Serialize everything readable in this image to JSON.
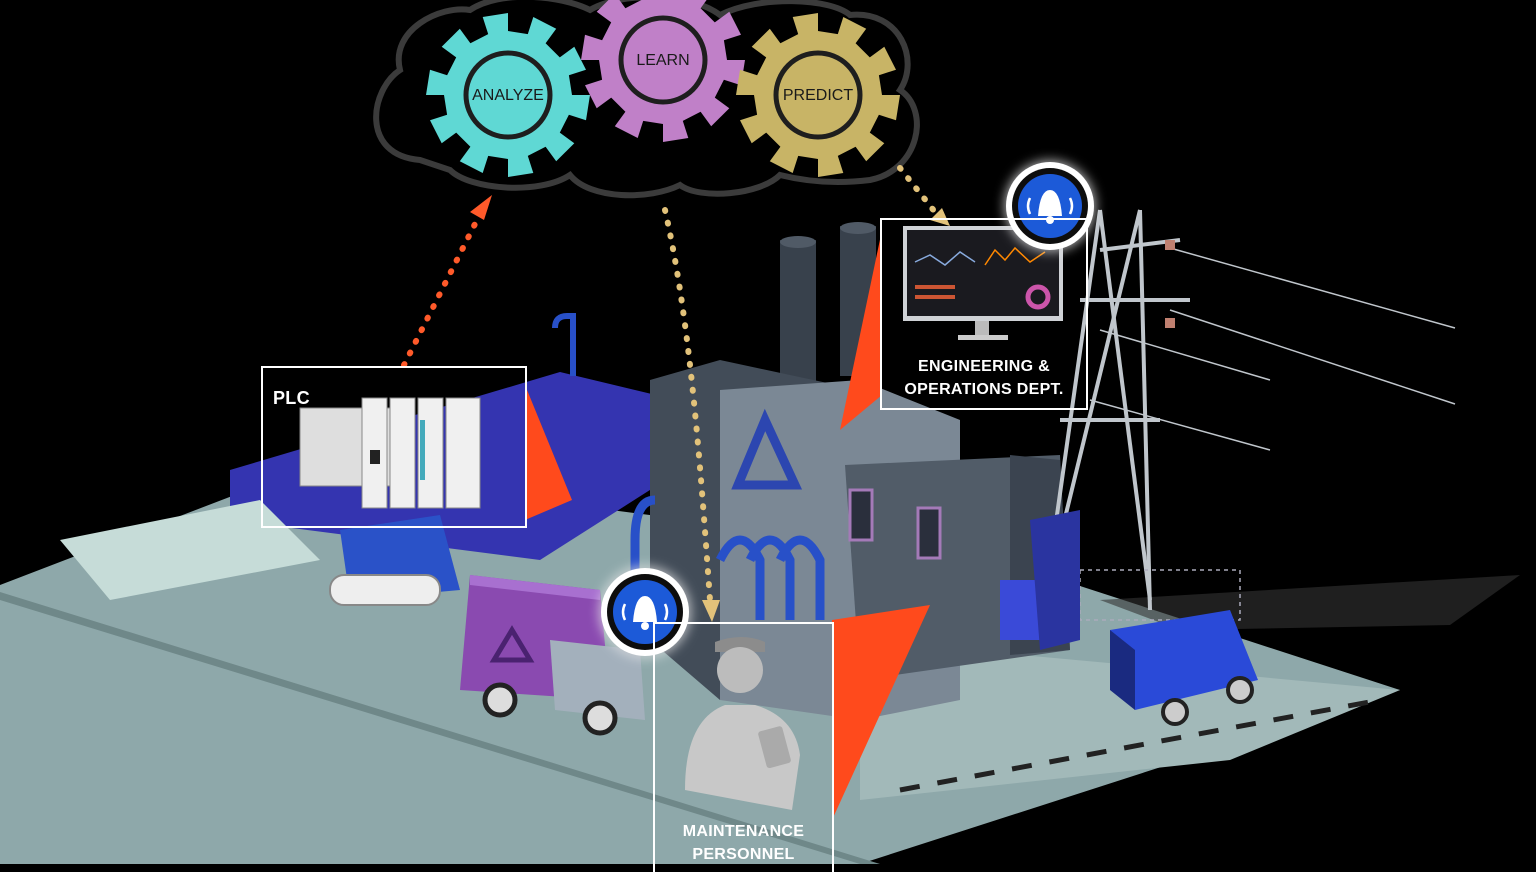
{
  "cloud": {
    "gears": [
      {
        "label": "ANALYZE",
        "color": "#5fd8d4"
      },
      {
        "label": "LEARN",
        "color": "#c080c8"
      },
      {
        "label": "PREDICT",
        "color": "#c8b466"
      }
    ]
  },
  "labels": {
    "plc": "PLC",
    "engineering_line1": "ENGINEERING &",
    "engineering_line2": "OPERATIONS DEPT.",
    "maintenance_line1": "MAINTENANCE",
    "maintenance_line2": "PERSONNEL"
  },
  "colors": {
    "accent_orange": "#ff4a1c",
    "dotted_orange": "#ff5a2a",
    "dotted_tan": "#e2c27a",
    "alert_blue": "#1f5ad8",
    "platform": "#9fb8b8",
    "factory_gray": "#6c7a86",
    "truck_purple": "#8a4ab0",
    "van_blue": "#2a4ad8"
  },
  "icons": {
    "alert": "bell-icon",
    "recycle": "recycle-icon",
    "worker": "worker-icon"
  }
}
